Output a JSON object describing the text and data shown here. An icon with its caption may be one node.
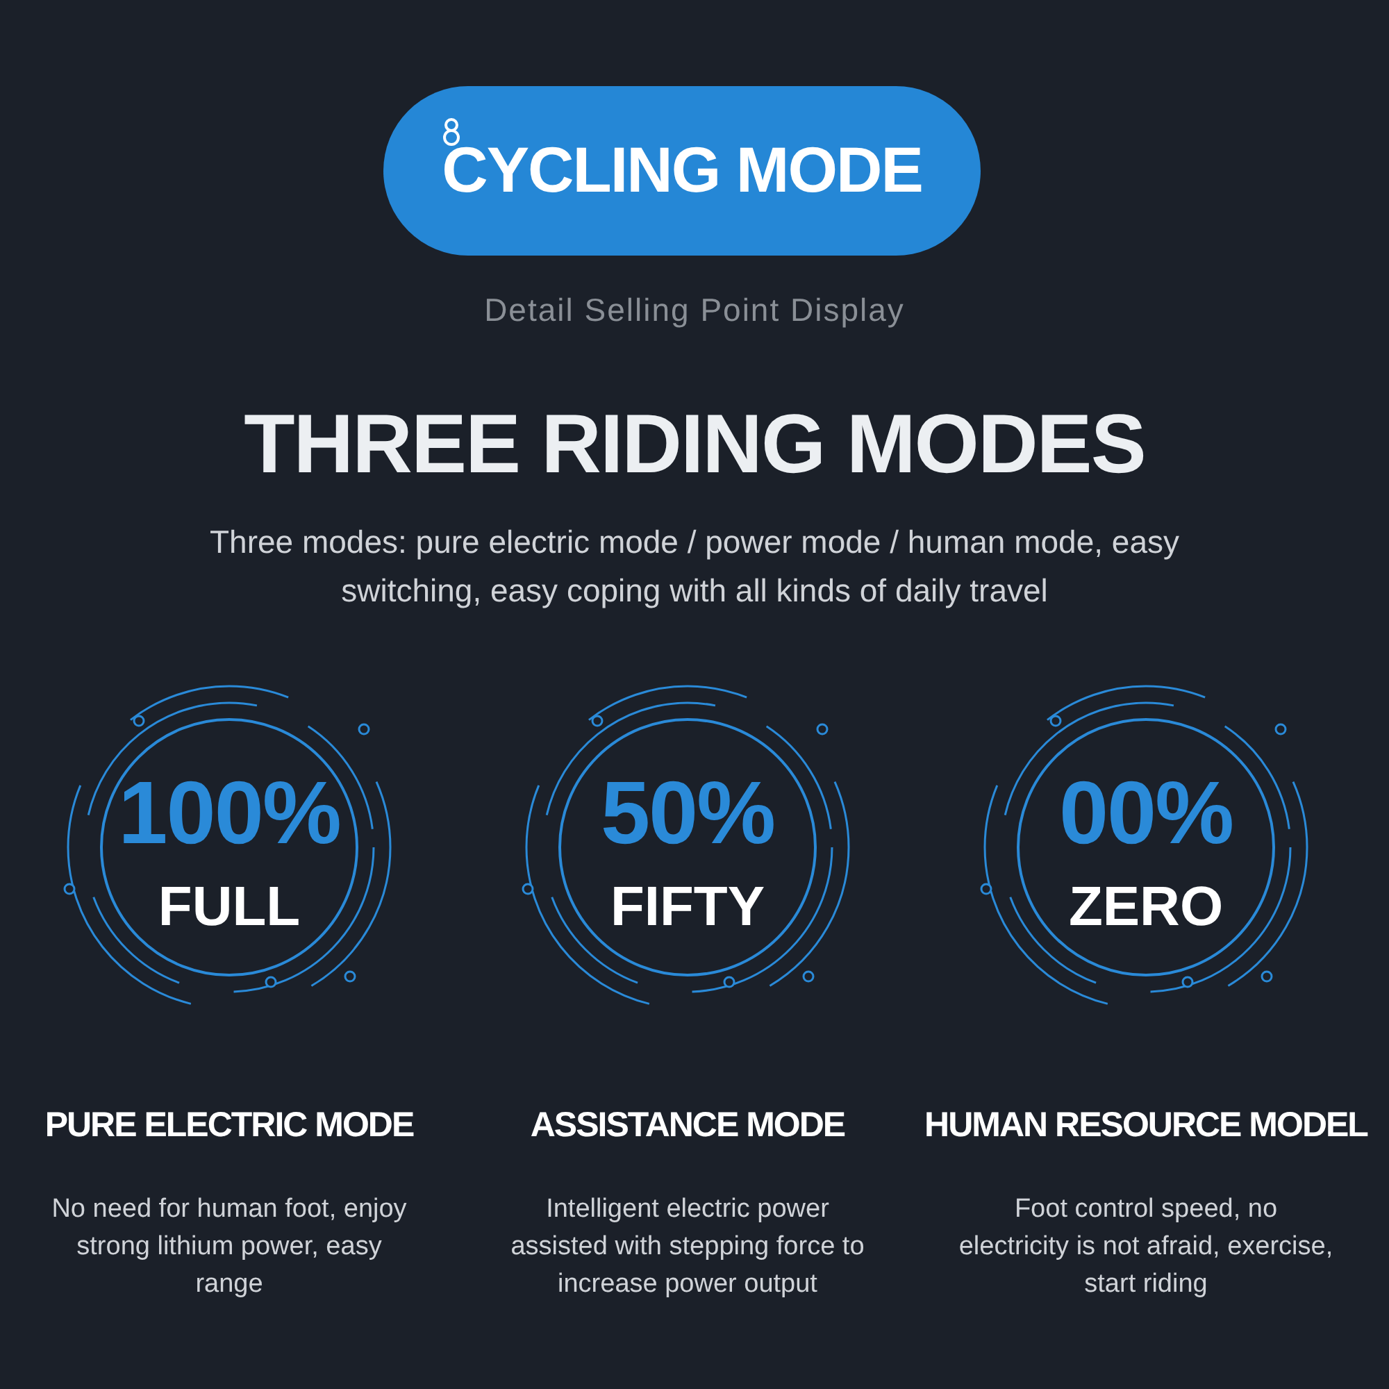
{
  "diagram": {
    "title": "THREE RIDING MODES",
    "nodes": [
      {
        "text": [
          "CYCLING MODE"
        ]
      },
      {
        "text": [
          "100%",
          "FULL"
        ],
        "beside": [
          "PURE ELECTRIC MODE",
          "No need for human foot, enjoy strong lithium power, easy range"
        ]
      },
      {
        "text": [
          "50%",
          "FIFTY"
        ],
        "beside": [
          "ASSISTANCE MODE",
          "Intelligent electric power assisted with stepping force to increase power output"
        ]
      },
      {
        "text": [
          "00%",
          "ZERO"
        ],
        "beside": [
          "HUMAN RESOURCE MODEL",
          "Foot control speed, no electricity is not afraid, exercise, start riding"
        ]
      }
    ],
    "labels": [
      "Detail Selling Point Display",
      "Three modes: pure electric mode / power mode / human mode, easy switching, easy coping with all kinds of daily travel"
    ]
  }
}
